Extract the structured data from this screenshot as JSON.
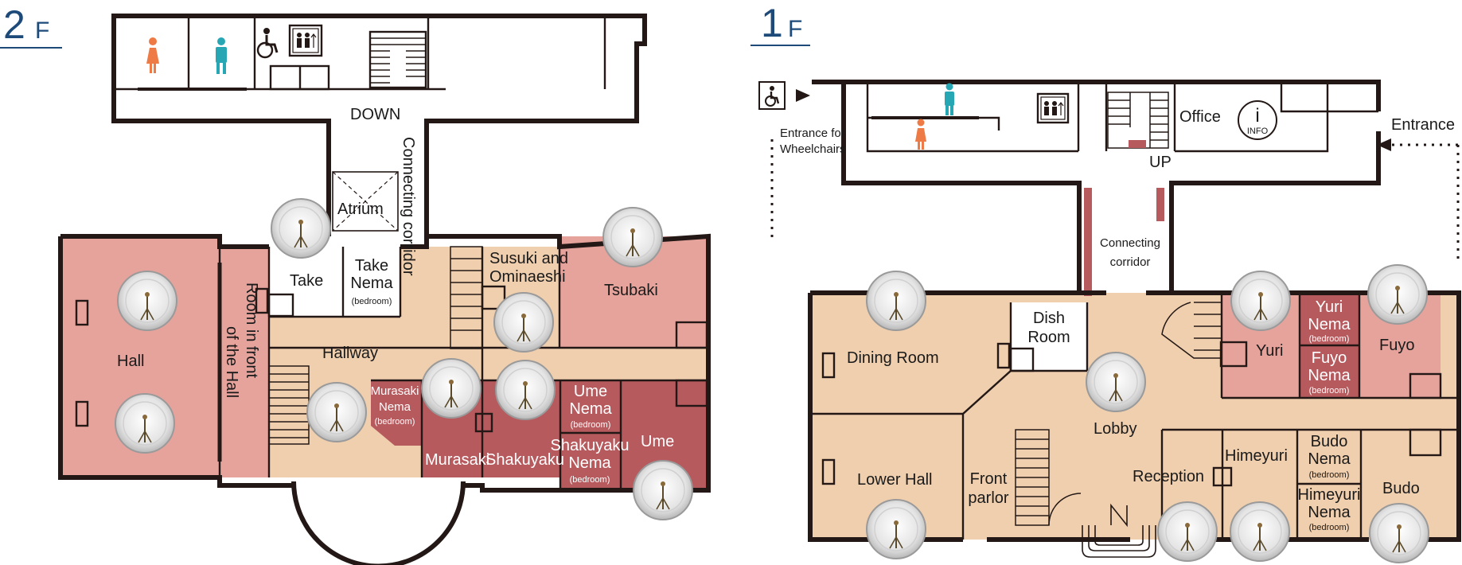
{
  "colors": {
    "beige": "#f0cfae",
    "pink": "#e6a39c",
    "red": "#b65a5e",
    "navy": "#1d4a78",
    "wall": "#231815",
    "women": "#ee7a45",
    "men": "#27a6b3"
  },
  "icons": [
    "women-restroom-icon",
    "men-restroom-icon",
    "wheelchair-icon",
    "elevator-icon",
    "info-icon",
    "arrow-icon",
    "chandelier-icon"
  ],
  "floor2": {
    "number": "2",
    "suffix": "F",
    "rooms": {
      "hall": "Hall",
      "room_front_line1": "Room in front",
      "room_front_line2": "of the Hall",
      "take": "Take",
      "take_nema_1": "Take",
      "take_nema_2": "Nema",
      "take_nema_3": "(bedroom)",
      "hallway": "Hallway",
      "atrium": "Atrium",
      "down": "DOWN",
      "connecting": "Connecting corridor",
      "susuki_1": "Susuki and",
      "susuki_2": "Ominaeshi",
      "tsubaki": "Tsubaki",
      "murasaki_nema_1": "Murasaki",
      "murasaki_nema_2": "Nema",
      "murasaki_nema_3": "(bedroom)",
      "murasaki": "Murasaki",
      "shakuyaku": "Shakuyaku",
      "ume_nema_1": "Ume",
      "ume_nema_2": "Nema",
      "ume_nema_3": "(bedroom)",
      "shakuyaku_nema_1": "Shakuyaku",
      "shakuyaku_nema_2": "Nema",
      "shakuyaku_nema_3": "(bedroom)",
      "ume": "Ume"
    }
  },
  "floor1": {
    "number": "1",
    "suffix": "F",
    "rooms": {
      "entrance_wc_1": "Entrance for",
      "entrance_wc_2": "Wheelchairs",
      "office": "Office",
      "info": "INFO",
      "entrance": "Entrance",
      "up": "UP",
      "connecting_1": "Connecting",
      "connecting_2": "corridor",
      "dining": "Dining Room",
      "dish_1": "Dish",
      "dish_2": "Room",
      "lobby": "Lobby",
      "yuri": "Yuri",
      "yuri_nema_1": "Yuri",
      "yuri_nema_2": "Nema",
      "yuri_nema_3": "(bedroom)",
      "fuyo_nema_1": "Fuyo",
      "fuyo_nema_2": "Nema",
      "fuyo_nema_3": "(bedroom)",
      "fuyo": "Fuyo",
      "lower_hall": "Lower Hall",
      "front_parlor_1": "Front",
      "front_parlor_2": "parlor",
      "reception": "Reception",
      "himeyuri": "Himeyuri",
      "budo_nema_1": "Budo",
      "budo_nema_2": "Nema",
      "budo_nema_3": "(bedroom)",
      "himeyuri_nema_1": "Himeyuri",
      "himeyuri_nema_2": "Nema",
      "himeyuri_nema_3": "(bedroom)",
      "budo": "Budo"
    }
  }
}
